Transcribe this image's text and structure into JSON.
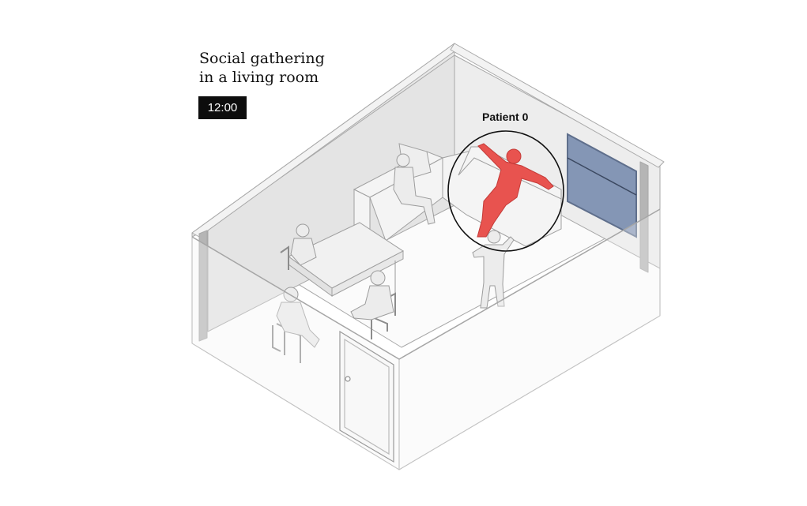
{
  "title": {
    "line1": "Social gathering",
    "line2": "in a living room"
  },
  "time": "12:00",
  "patient_label": "Patient 0",
  "colors": {
    "patient": "#e8534f",
    "person": "#ececec",
    "wall": "#e6e6e6",
    "floor": "#fbfbfb",
    "window": "#8496b5",
    "outline": "#9c9c9c"
  }
}
